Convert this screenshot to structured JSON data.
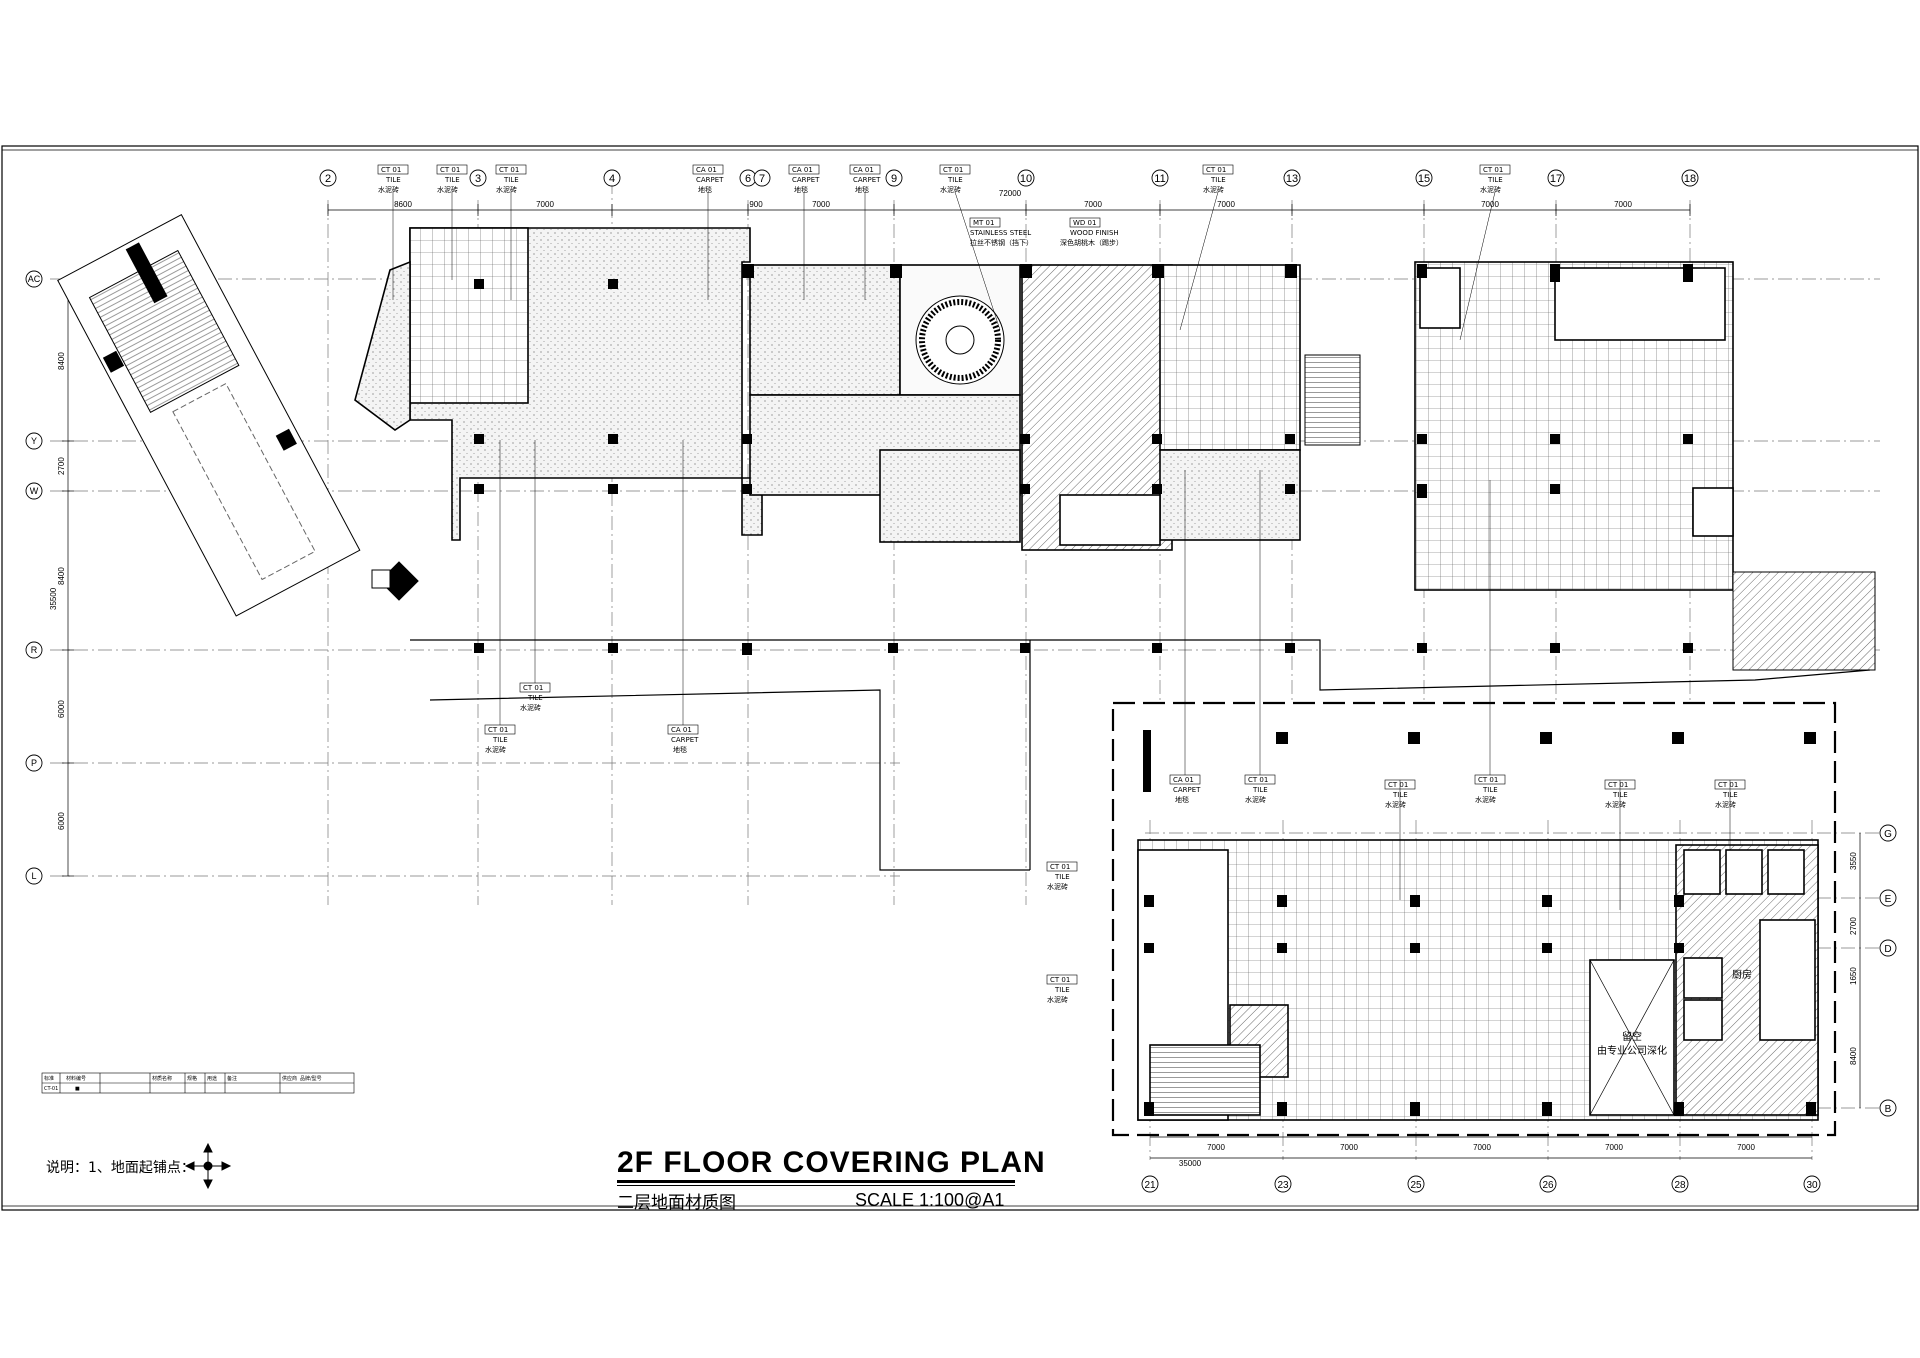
{
  "title": {
    "en": "2F FLOOR COVERING PLAN",
    "cn": "二层地面材质图",
    "scale": "SCALE  1:100@A1"
  },
  "note": "说明：1、地面起铺点：",
  "material_tags": {
    "tile_code": "CT  01",
    "tile_en": "TILE",
    "tile_cn": "水泥砖",
    "carpet_code": "CA  01",
    "carpet_en": "CARPET",
    "carpet_cn": "地毯",
    "steel_code": "MT  01",
    "steel_en": "STAINLESS STEEL",
    "steel_cn": "拉丝不锈钢（挡下）",
    "wood_code": "WD  01",
    "wood_en": "WOOD FINISH",
    "wood_cn": "深色胡桃木（踢步）"
  },
  "top_grid": {
    "labels": [
      "2",
      "3",
      "4",
      "6",
      "7",
      "9",
      "10",
      "11",
      "13",
      "15",
      "17",
      "18"
    ],
    "dims": [
      "8600",
      "7000",
      "900",
      "7000",
      "7000",
      "7000",
      "7000",
      "7000"
    ],
    "total": "72000"
  },
  "left_grid": {
    "labels": [
      "AC",
      "Y",
      "W",
      "R",
      "P",
      "L"
    ],
    "dims": [
      "8400",
      "2700",
      "8400",
      "6000",
      "6000",
      "35500"
    ]
  },
  "annex_bottom": {
    "labels": [
      "21",
      "23",
      "25",
      "26",
      "28",
      "30"
    ],
    "dims": [
      "7000",
      "7000",
      "7000",
      "7000",
      "7000"
    ],
    "total": "35000"
  },
  "annex_right": {
    "labels": [
      "G",
      "E",
      "D",
      "B"
    ],
    "dims": [
      "3550",
      "2700",
      "1650",
      "8400"
    ]
  },
  "room_labels": {
    "void": "留空",
    "void_note": "由专业公司深化",
    "kitchen": "厨房",
    "tile_short": "CT01",
    "carpet_short": "CA01"
  },
  "legend_table": {
    "row1": [
      "标准",
      "材料编号",
      "材质名称",
      "规格",
      "用途",
      "备注",
      "供应商",
      "品牌/型号"
    ],
    "row2": [
      "CT-01",
      "■",
      "",
      "",
      "",
      "",
      "",
      ""
    ]
  }
}
